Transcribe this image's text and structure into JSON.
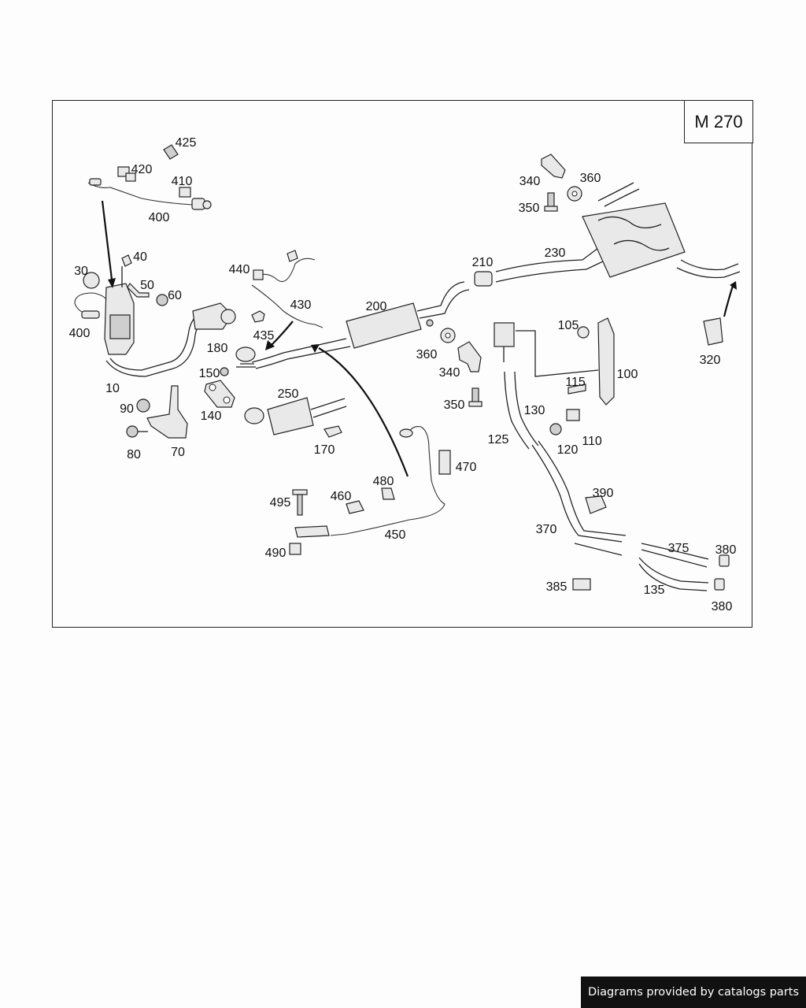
{
  "model": "M 270",
  "footer": "Diagrams provided by catalogs parts",
  "labels": [
    {
      "id": "p425a",
      "text": "425"
    },
    {
      "id": "p420",
      "text": "420"
    },
    {
      "id": "p410",
      "text": "410"
    },
    {
      "id": "p400a",
      "text": "400"
    },
    {
      "id": "p40",
      "text": "40"
    },
    {
      "id": "p30",
      "text": "30"
    },
    {
      "id": "p50",
      "text": "50"
    },
    {
      "id": "p60",
      "text": "60"
    },
    {
      "id": "p400b",
      "text": "400"
    },
    {
      "id": "p10",
      "text": "10"
    },
    {
      "id": "p90",
      "text": "90"
    },
    {
      "id": "p80",
      "text": "80"
    },
    {
      "id": "p70",
      "text": "70"
    },
    {
      "id": "p440",
      "text": "440"
    },
    {
      "id": "p430",
      "text": "430"
    },
    {
      "id": "p435",
      "text": "435"
    },
    {
      "id": "p180",
      "text": "180"
    },
    {
      "id": "p150",
      "text": "150"
    },
    {
      "id": "p140",
      "text": "140"
    },
    {
      "id": "p250",
      "text": "250"
    },
    {
      "id": "p170",
      "text": "170"
    },
    {
      "id": "p200",
      "text": "200"
    },
    {
      "id": "p210",
      "text": "210"
    },
    {
      "id": "p230",
      "text": "230"
    },
    {
      "id": "p340a",
      "text": "340"
    },
    {
      "id": "p360a",
      "text": "360"
    },
    {
      "id": "p350a",
      "text": "350"
    },
    {
      "id": "p360b",
      "text": "360"
    },
    {
      "id": "p340b",
      "text": "340"
    },
    {
      "id": "p350b",
      "text": "350"
    },
    {
      "id": "p105",
      "text": "105"
    },
    {
      "id": "p115",
      "text": "115"
    },
    {
      "id": "p100",
      "text": "100"
    },
    {
      "id": "p130",
      "text": "130"
    },
    {
      "id": "p125",
      "text": "125"
    },
    {
      "id": "p120",
      "text": "120"
    },
    {
      "id": "p110",
      "text": "110"
    },
    {
      "id": "p320",
      "text": "320"
    },
    {
      "id": "p470",
      "text": "470"
    },
    {
      "id": "p480",
      "text": "480"
    },
    {
      "id": "p460",
      "text": "460"
    },
    {
      "id": "p495",
      "text": "495"
    },
    {
      "id": "p450",
      "text": "450"
    },
    {
      "id": "p490",
      "text": "490"
    },
    {
      "id": "p390",
      "text": "390"
    },
    {
      "id": "p370",
      "text": "370"
    },
    {
      "id": "p375",
      "text": "375"
    },
    {
      "id": "p380a",
      "text": "380"
    },
    {
      "id": "p135",
      "text": "135"
    },
    {
      "id": "p380b",
      "text": "380"
    },
    {
      "id": "p385",
      "text": "385"
    }
  ]
}
